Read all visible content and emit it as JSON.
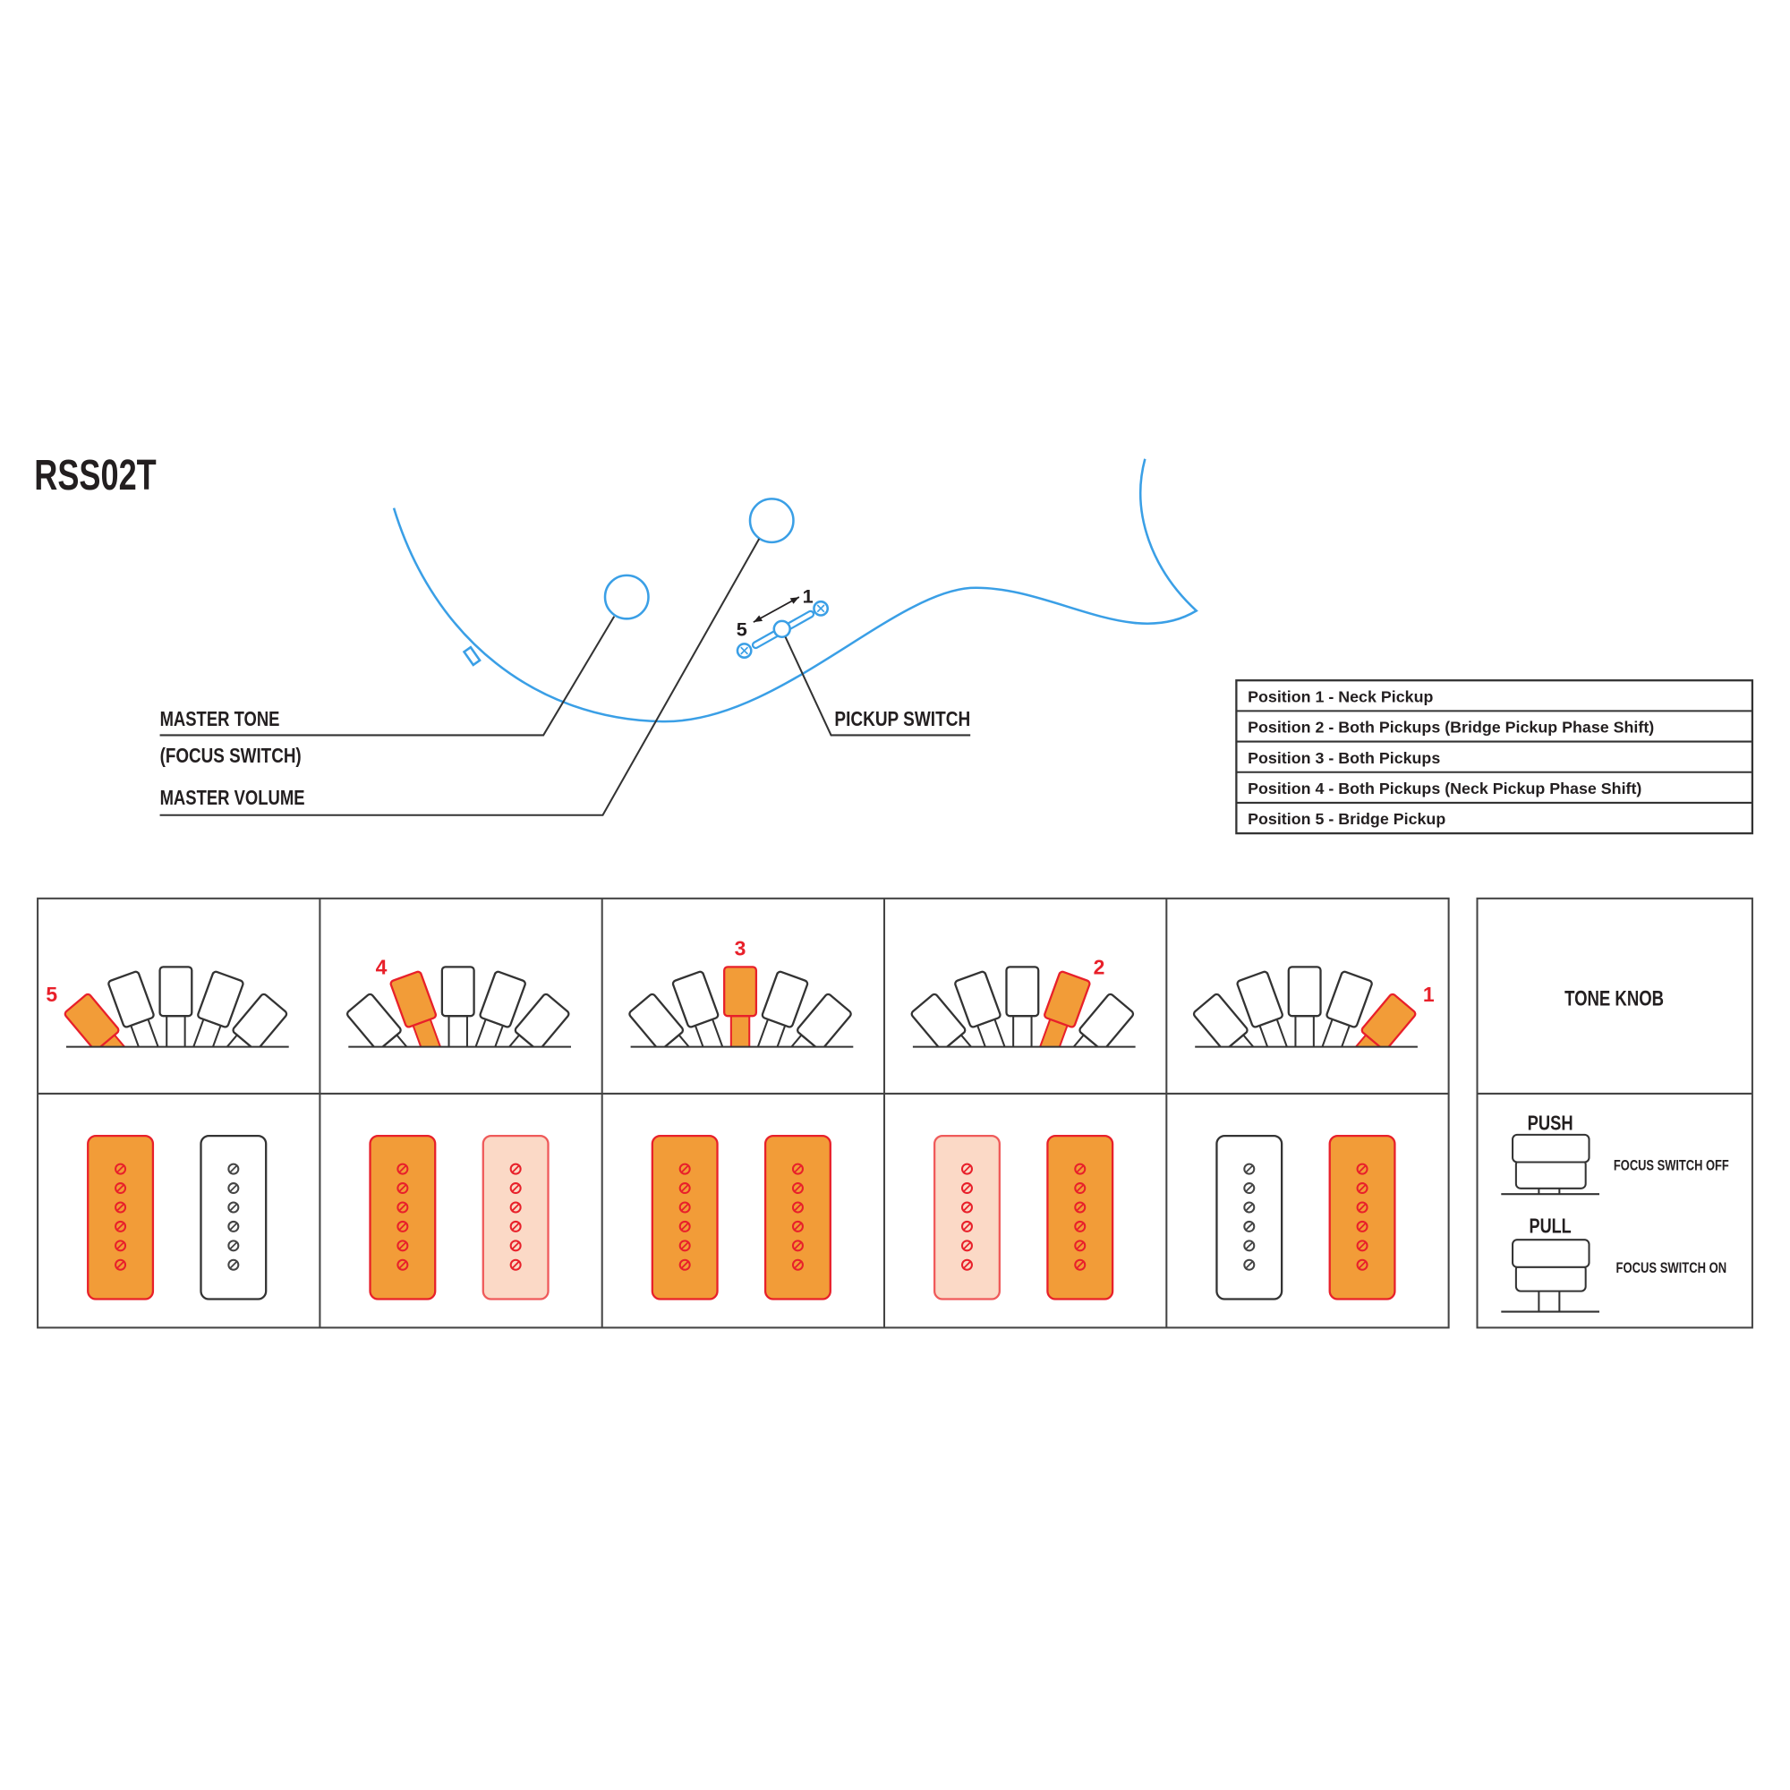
{
  "title": "RSS02T",
  "callouts": {
    "master_tone": "MASTER TONE",
    "focus_switch": "(FOCUS SWITCH)",
    "master_volume": "MASTER VOLUME",
    "pickup_switch": "PICKUP SWITCH",
    "switch_pos_low": "5",
    "switch_pos_high": "1"
  },
  "positions_table": [
    "Position 1 - Neck Pickup",
    "Position 2 - Both Pickups (Bridge Pickup Phase Shift)",
    "Position 3 - Both Pickups",
    "Position 4 - Both Pickups (Neck Pickup Phase Shift)",
    "Position 5 - Bridge Pickup"
  ],
  "switch_cells": [
    {
      "position_label": "5",
      "selected_lever": 0,
      "pickups": [
        "on",
        "off"
      ]
    },
    {
      "position_label": "4",
      "selected_lever": 1,
      "pickups": [
        "on",
        "partial"
      ]
    },
    {
      "position_label": "3",
      "selected_lever": 2,
      "pickups": [
        "on",
        "on"
      ]
    },
    {
      "position_label": "2",
      "selected_lever": 3,
      "pickups": [
        "partial",
        "on"
      ]
    },
    {
      "position_label": "1",
      "selected_lever": 4,
      "pickups": [
        "off",
        "on"
      ]
    }
  ],
  "tone_knob": {
    "title": "TONE KNOB",
    "push_label": "PUSH",
    "push_desc": "FOCUS SWITCH OFF",
    "pull_label": "PULL",
    "pull_desc": "FOCUS SWITCH ON"
  },
  "colors": {
    "body_outline": "#3a9fe6",
    "active_fill": "#f29c38",
    "active_stroke": "#e8202a",
    "partial_fill": "#fbd9c6",
    "partial_stroke": "#ef5a5a",
    "label_red": "#e8202a"
  }
}
